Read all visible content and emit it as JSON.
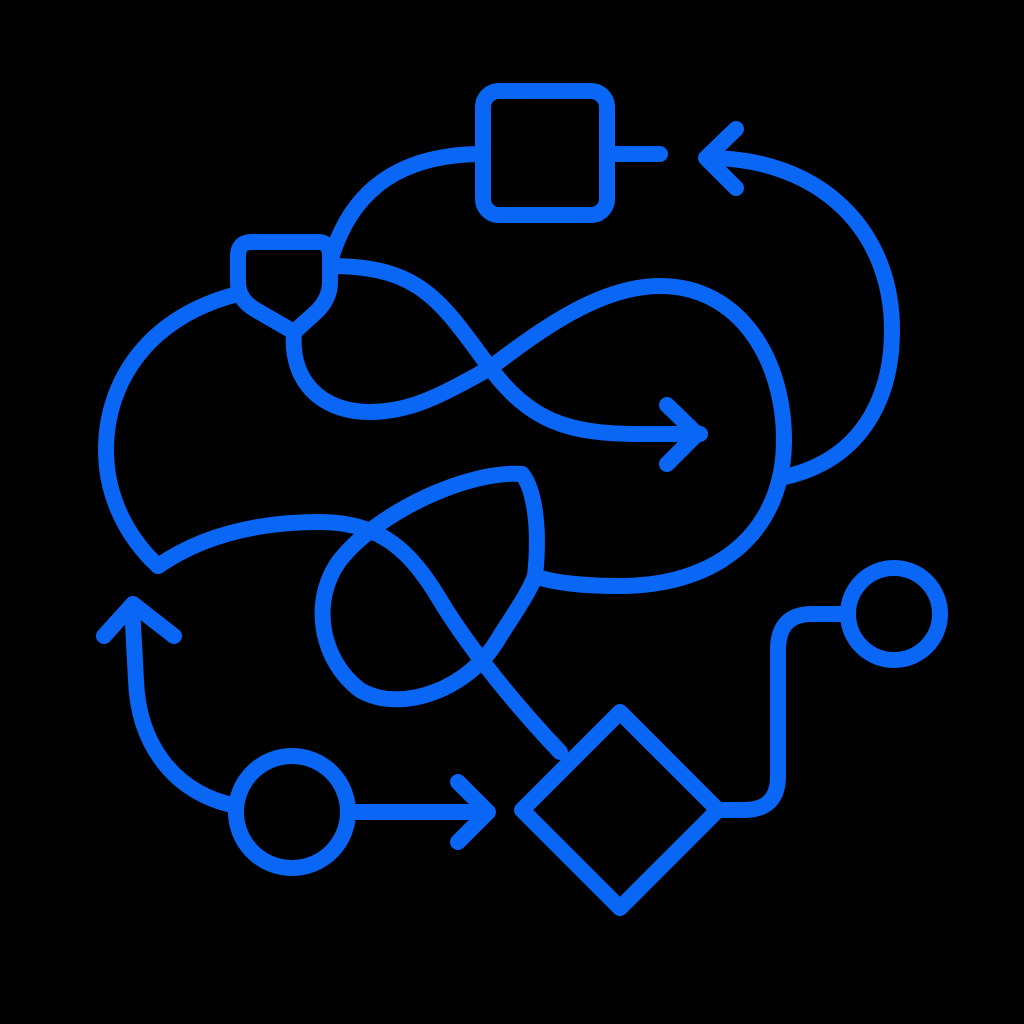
{
  "illustration": {
    "icon": "workflow-process-icon",
    "background_color": "#000000",
    "line_color": "#0A66F5",
    "shapes": [
      "square-node",
      "shield-node",
      "diamond-node",
      "circle-node",
      "circle-node"
    ],
    "connectors": [
      "infinity-loop",
      "teardrop-loop",
      "curved-arrow",
      "straight-arrow"
    ]
  }
}
